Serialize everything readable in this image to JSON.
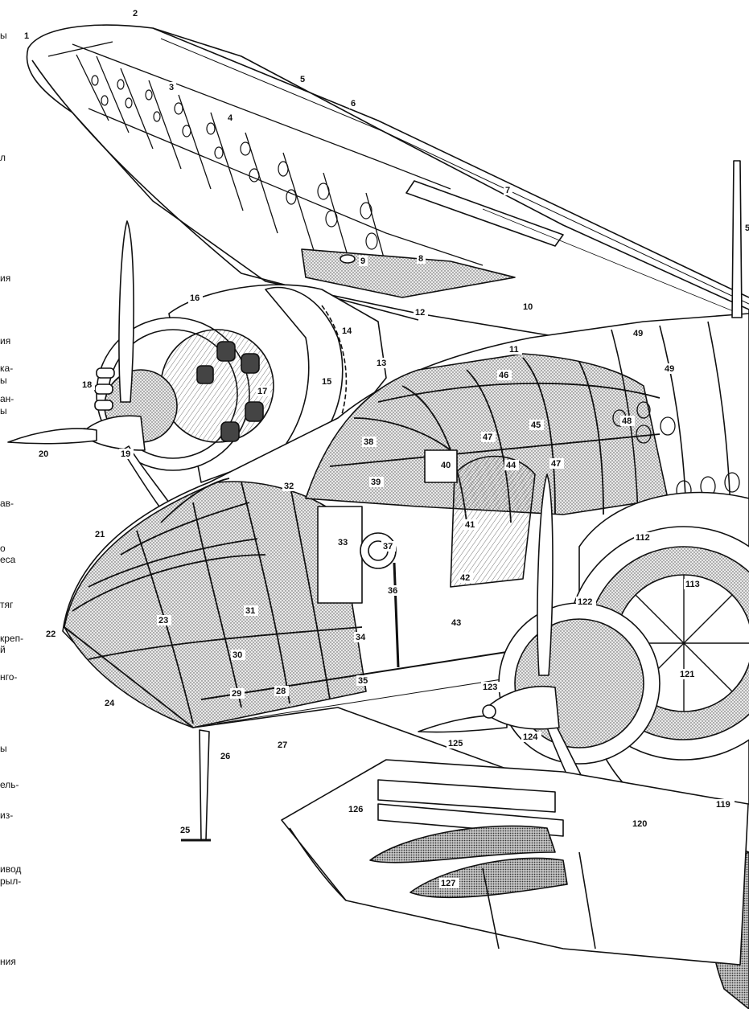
{
  "callouts": [
    "1",
    "2",
    "3",
    "4",
    "5",
    "6",
    "7",
    "8",
    "9",
    "10",
    "11",
    "12",
    "13",
    "14",
    "15",
    "16",
    "17",
    "18",
    "19",
    "20",
    "21",
    "22",
    "23",
    "24",
    "25",
    "26",
    "27",
    "28",
    "29",
    "30",
    "31",
    "32",
    "33",
    "34",
    "35",
    "36",
    "37",
    "38",
    "39",
    "40",
    "41",
    "42",
    "43",
    "44",
    "45",
    "46",
    "47",
    "47",
    "48",
    "49",
    "49",
    "112",
    "113",
    "119",
    "120",
    "121",
    "122",
    "123",
    "124",
    "125",
    "126",
    "127",
    "5"
  ],
  "legend_fragments": [
    "ы",
    "",
    "л",
    "",
    "ия",
    "",
    "ия",
    "ка-",
    "ы",
    "ан-",
    "ы",
    "",
    "ав-",
    "о",
    "еса",
    "тяг",
    "креп-",
    "й",
    "нго-",
    "ы",
    "ель-",
    "из-",
    "ивод",
    "рыл-",
    "ния"
  ]
}
